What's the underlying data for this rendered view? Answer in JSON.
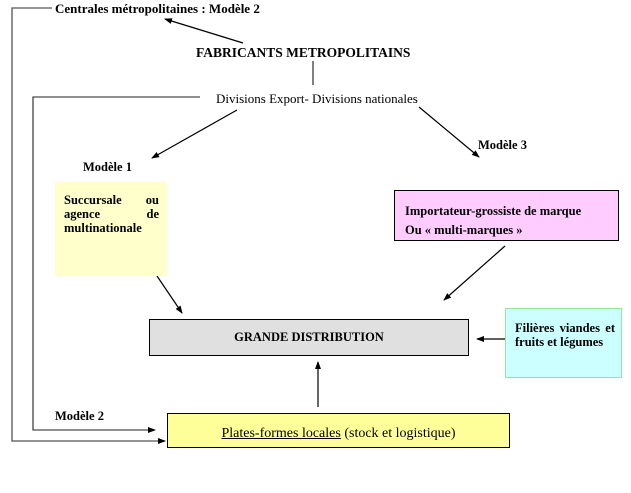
{
  "diagram": {
    "top_label": "Centrales métropolitaines : Modèle 2",
    "manufacturers": "FABRICANTS METROPOLITAINS",
    "divisions": "Divisions Export- Divisions nationales",
    "model1_label": "Modèle 1",
    "model3_label": "Modèle 3",
    "model2_label": "Modèle 2",
    "subsidiary_box": {
      "text": "Succursale ou agence de multinationale",
      "color": "#ffffcc"
    },
    "importer_box": {
      "line1": "Importateur-grossiste de marque",
      "line2": "Ou « multi-marques »",
      "color": "#ffccff"
    },
    "retail_box": {
      "text": "GRANDE DISTRIBUTION",
      "color": "#e0e0e0"
    },
    "supply_chain_box": {
      "text": "Filières viandes et fruits et légumes",
      "color": "#ccffff",
      "border": "#99e699"
    },
    "platforms_box": {
      "underlined": "Plates-formes locales",
      "rest": " (stock et logistique)",
      "color": "#ffff99"
    }
  }
}
